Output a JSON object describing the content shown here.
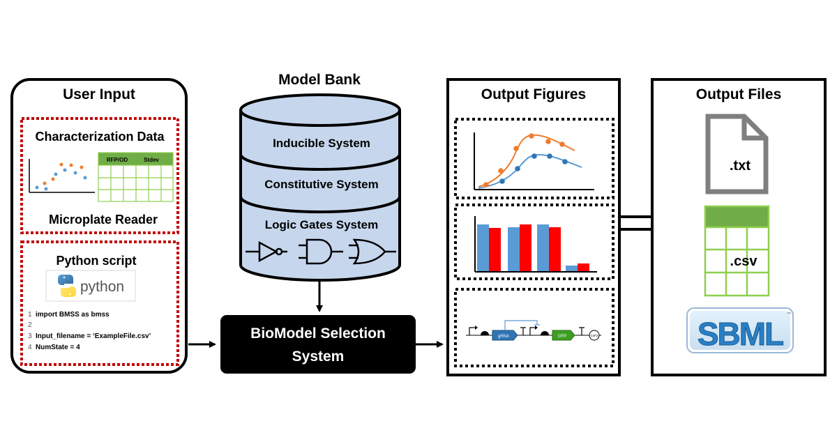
{
  "user_input": {
    "title": "User Input",
    "characterization": {
      "title": "Characterization Data",
      "table_headers": [
        "RFP/OD",
        "Stdev"
      ],
      "caption": "Microplate Reader"
    },
    "python": {
      "title": "Python script",
      "logo_text": "python",
      "code_lines": [
        {
          "num": "1",
          "text": "import BMSS as bmss"
        },
        {
          "num": "2",
          "text": ""
        },
        {
          "num": "3",
          "text": "Input_filename = ‘ExampleFile.csv’"
        },
        {
          "num": "4",
          "text": "NumState = 4"
        }
      ]
    }
  },
  "model_bank": {
    "title": "Model Bank",
    "items": [
      "Inducible System",
      "Constitutive System",
      "Logic Gates System"
    ]
  },
  "selection": {
    "line1": "BioModel Selection",
    "line2": "System"
  },
  "output_figures": {
    "title": "Output Figures",
    "circuit_labels": [
      "gRNA",
      "GFP",
      "CsF2"
    ]
  },
  "output_files": {
    "title": "Output Files",
    "txt_label": ".txt",
    "csv_label": ".csv",
    "sbml_logo": "SBML"
  },
  "colors": {
    "red_dotted": "#c00000",
    "table_header_green": "#70ad47",
    "table_grid_green": "#8fce4f",
    "orange_series": "#ed7d31",
    "blue_series": "#5b9bd5",
    "bar_blue": "#5b9bd5",
    "bar_red": "#ff0000",
    "selection_box": "#000000",
    "file_gray": "#7f7f7f",
    "gfp_green": "#3c9e22",
    "grna_blue": "#2e75b6"
  }
}
